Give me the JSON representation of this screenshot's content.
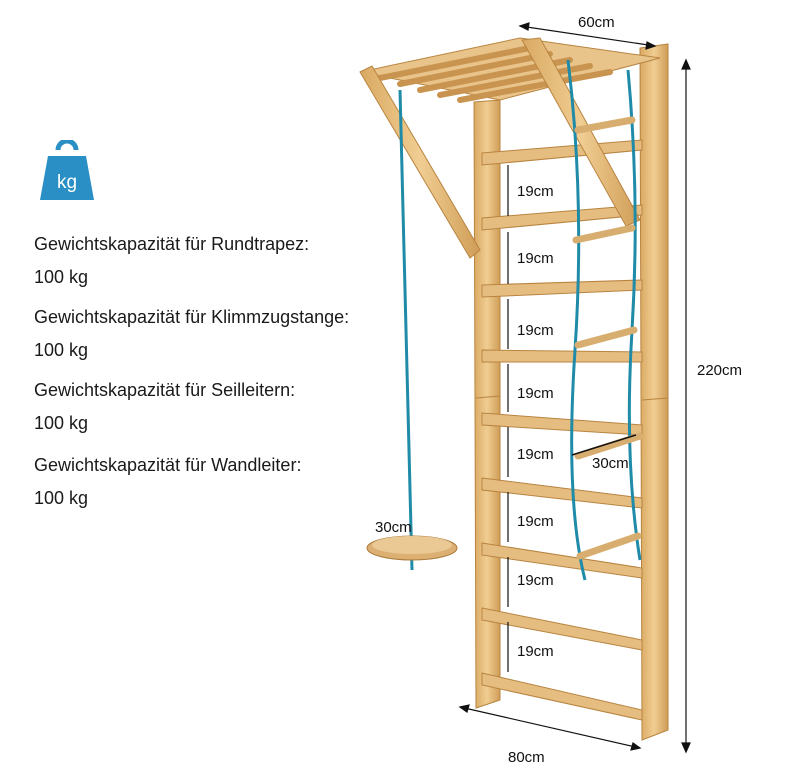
{
  "weight_icon": {
    "icon": "kettlebell-weight-icon",
    "label": "kg",
    "color": "#2a8fc4"
  },
  "capacities": [
    {
      "label": "Gewichtskapazität für Rundtrapez:",
      "value": "100 kg"
    },
    {
      "label": "Gewichtskapazität für Klimmzugstange:",
      "value": "100 kg"
    },
    {
      "label": "Gewichtskapazität für Seilleitern:",
      "value": "100 kg"
    },
    {
      "label": "Gewichtskapazität für Wandleiter:",
      "value": "100 kg"
    }
  ],
  "dimensions": {
    "top_width": "60cm",
    "height": "220cm",
    "bottom_width": "80cm",
    "swing_diameter": "30cm",
    "rope_ladder_width": "30cm",
    "rung_spacing": [
      "19cm",
      "19cm",
      "19cm",
      "19cm",
      "19cm",
      "19cm",
      "19cm",
      "19cm"
    ]
  },
  "colors": {
    "wood": "#e2b878",
    "wood_dark": "#c9944f",
    "rope": "#1f8ba8"
  }
}
